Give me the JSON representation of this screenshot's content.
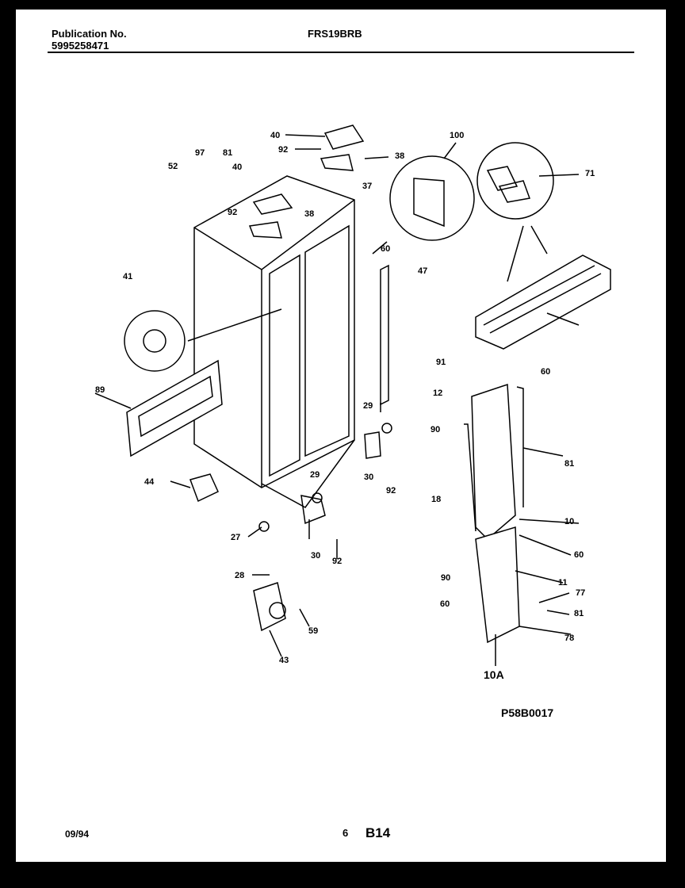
{
  "header": {
    "publication_label": "Publication No.",
    "publication_number": "5995258471",
    "model": "FRS19BRB"
  },
  "footer": {
    "date": "09/94",
    "page_number": "6",
    "section": "B14"
  },
  "diagram_code": "P58B0017",
  "callouts": [
    "40",
    "92",
    "38",
    "100",
    "71",
    "97",
    "81",
    "52",
    "40",
    "92",
    "38",
    "37",
    "60",
    "47",
    "41",
    "89",
    "91",
    "60",
    "12",
    "90",
    "81",
    "18",
    "29",
    "30",
    "92",
    "44",
    "29",
    "27",
    "30",
    "92",
    "10",
    "60",
    "90",
    "11",
    "77",
    "60",
    "81",
    "78",
    "10A",
    "28",
    "59",
    "43"
  ]
}
